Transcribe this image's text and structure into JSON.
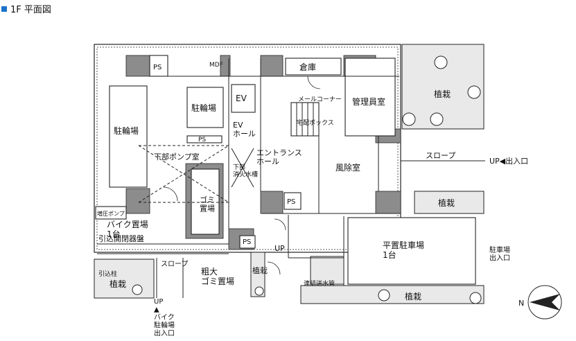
{
  "title": "1F 平面図",
  "colors": {
    "accent": "#1a73c9",
    "wall": "#8c8c8c",
    "planting": "#e9e9e9",
    "line": "#222222"
  },
  "labels": {
    "ps1": "PS",
    "mdf": "MDF",
    "souko": "倉庫",
    "ev": "EV",
    "mail": "メールコーナー",
    "kanri": "管理員室",
    "churin_s": "駐輪場",
    "takuhai": "宅配ボックス",
    "ev_hall": "EV\nホール",
    "churin_l": "駐輪場",
    "ps2": "PS",
    "pump": "下部ポンプ室",
    "entrance": "エントランス\nホール",
    "shoka": "下部\n消火水槽",
    "fuu": "風除室",
    "slope": "スロープ",
    "up_entry": "UP◀出入口",
    "gomi": "ゴミ\n置場",
    "ps3": "PS",
    "booster": "増圧ポンプ",
    "bike": "バイク置場\n1台",
    "hikikomi_ban": "引込開閉器盤",
    "ps4": "PS",
    "up_inner": "UP",
    "hiraoki": "平置駐車場\n1台",
    "parking_entry": "駐車場\n出入口",
    "hikikomi_pole": "引込柱",
    "shokusai_bl": "植栽",
    "slope_v": "スロープ",
    "sodai": "粗大\nゴミ置場",
    "shokusai_v": "植栽",
    "renketsu": "連結送水管",
    "shokusai_bottom": "植栽",
    "shokusai_tr": "植栽",
    "shokusai_r": "植栽",
    "bike_up": "UP\n▲\nバイク\n駐輪場\n出入口",
    "north": "N"
  }
}
